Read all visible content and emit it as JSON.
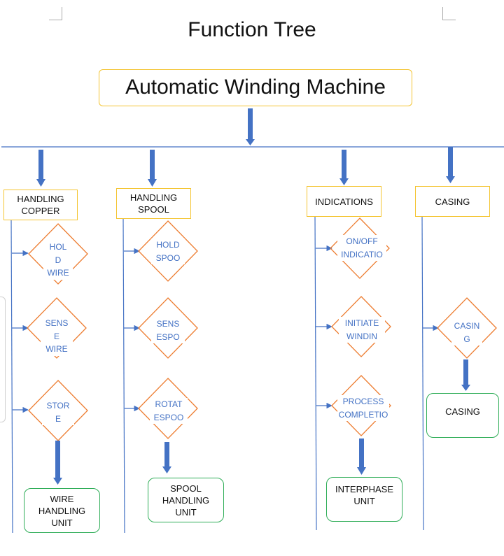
{
  "title": "Function Tree",
  "root": {
    "label": "Automatic Winding Machine"
  },
  "branches": [
    {
      "id": "copper",
      "label": "HANDLING\nCOPPER",
      "functions": [
        "HOL\nD\nWIRE",
        "SENS\nE\nWIRE",
        "STOR\nE"
      ],
      "unit": "WIRE\nHANDLING\nUNIT"
    },
    {
      "id": "spool",
      "label": "HANDLING\nSPOOL",
      "functions": [
        "HOLD\nSPOO",
        "SENS\nESPO",
        "ROTAT\nESPOO"
      ],
      "unit": "SPOOL\nHANDLING\nUNIT"
    },
    {
      "id": "indications",
      "label": "INDICATIONS",
      "functions": [
        "ON/OFF\nINDICATIO",
        "INITIATE\nWINDIN",
        "PROCESS\nCOMPLETIO"
      ],
      "unit": "INTERPHASE\nUNIT"
    },
    {
      "id": "casing",
      "label": "CASING",
      "functions": [
        "CASIN\nG"
      ],
      "unit": "CASING"
    }
  ],
  "colors": {
    "connector": "#4472C4",
    "category_border": "#F4C430",
    "function_border": "#ED7D31",
    "unit_border": "#2EAD57",
    "function_text": "#4472C4"
  }
}
